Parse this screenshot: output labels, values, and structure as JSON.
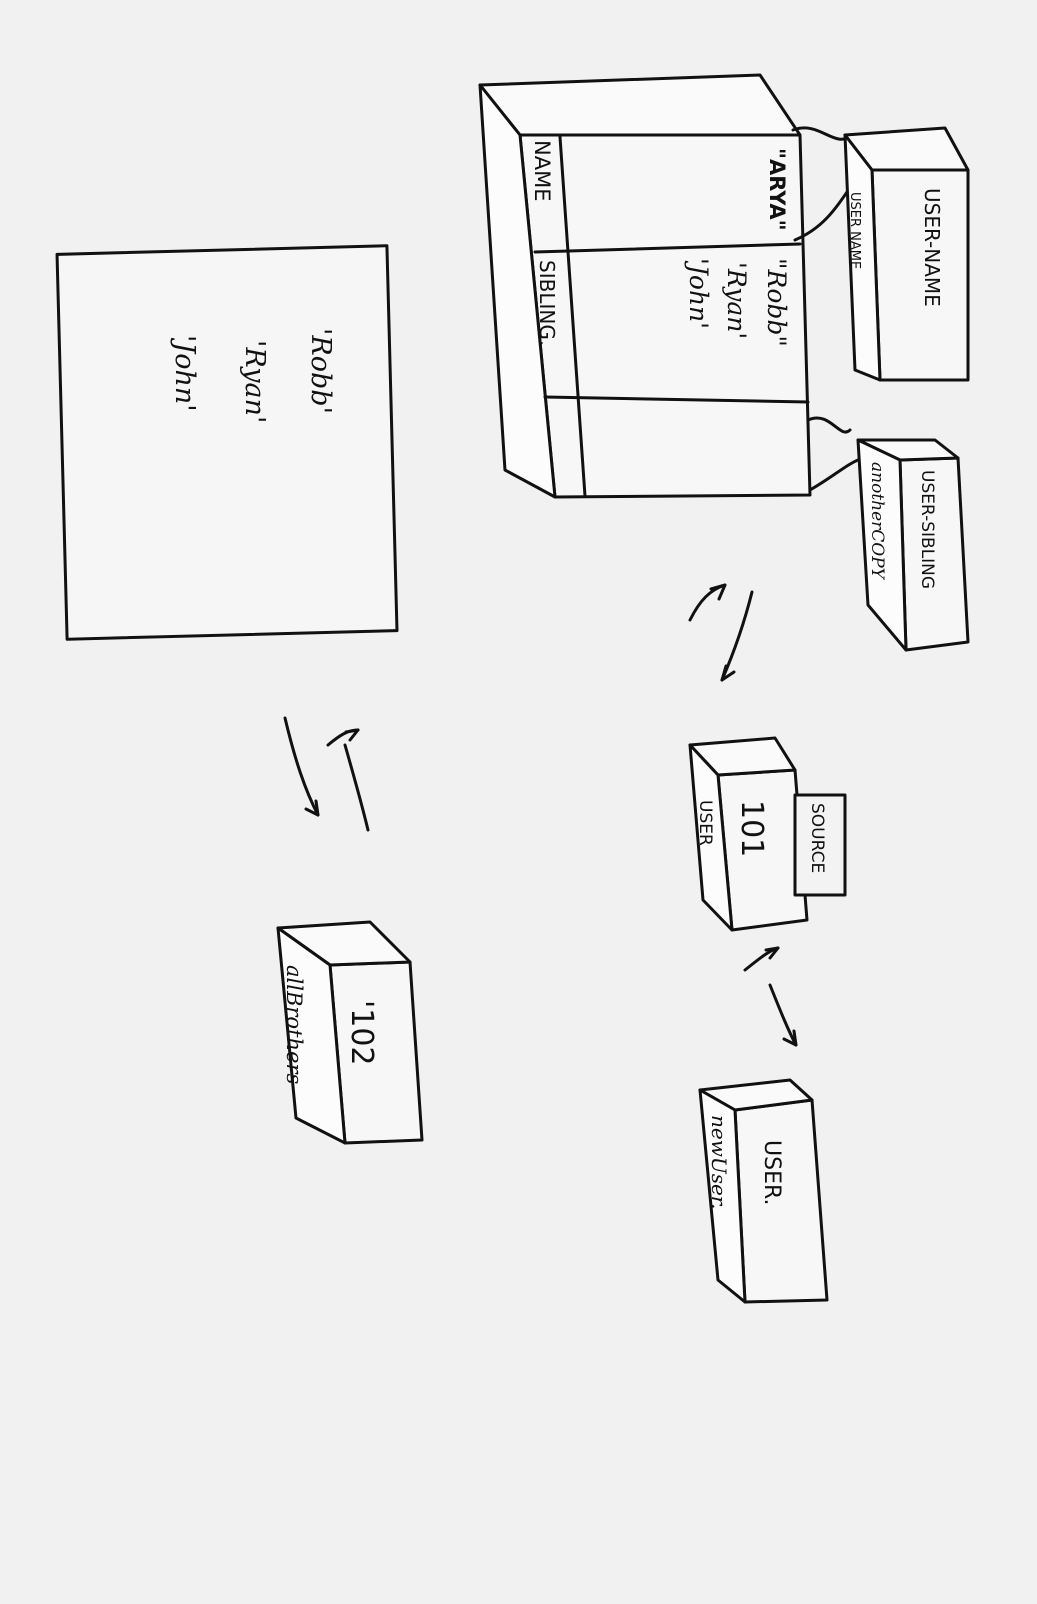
{
  "colors": {
    "paper": "#f1f1f1",
    "ink": "#111111"
  },
  "object": {
    "name_label": "NAME",
    "sibling_label": "SIBLING.",
    "name_value": "\"ARYA\"",
    "siblings": [
      "\"Robb\"",
      "'Ryan'",
      "'John'"
    ]
  },
  "user_name_box": {
    "label": "USER-NAME",
    "variable": "USER NAME"
  },
  "user_sibling_box": {
    "label": "USER-SIBLING",
    "variable": "anotherCOPY"
  },
  "source_box": {
    "value": "101",
    "variable": "USER",
    "tag": "SOURCE"
  },
  "new_user_box": {
    "label": "USER.",
    "variable": "newUser."
  },
  "list_box": {
    "items": [
      "'Robb'",
      "'Ryan'",
      "'John'"
    ]
  },
  "box_102": {
    "value": "'102",
    "variable": "allBrothers"
  }
}
